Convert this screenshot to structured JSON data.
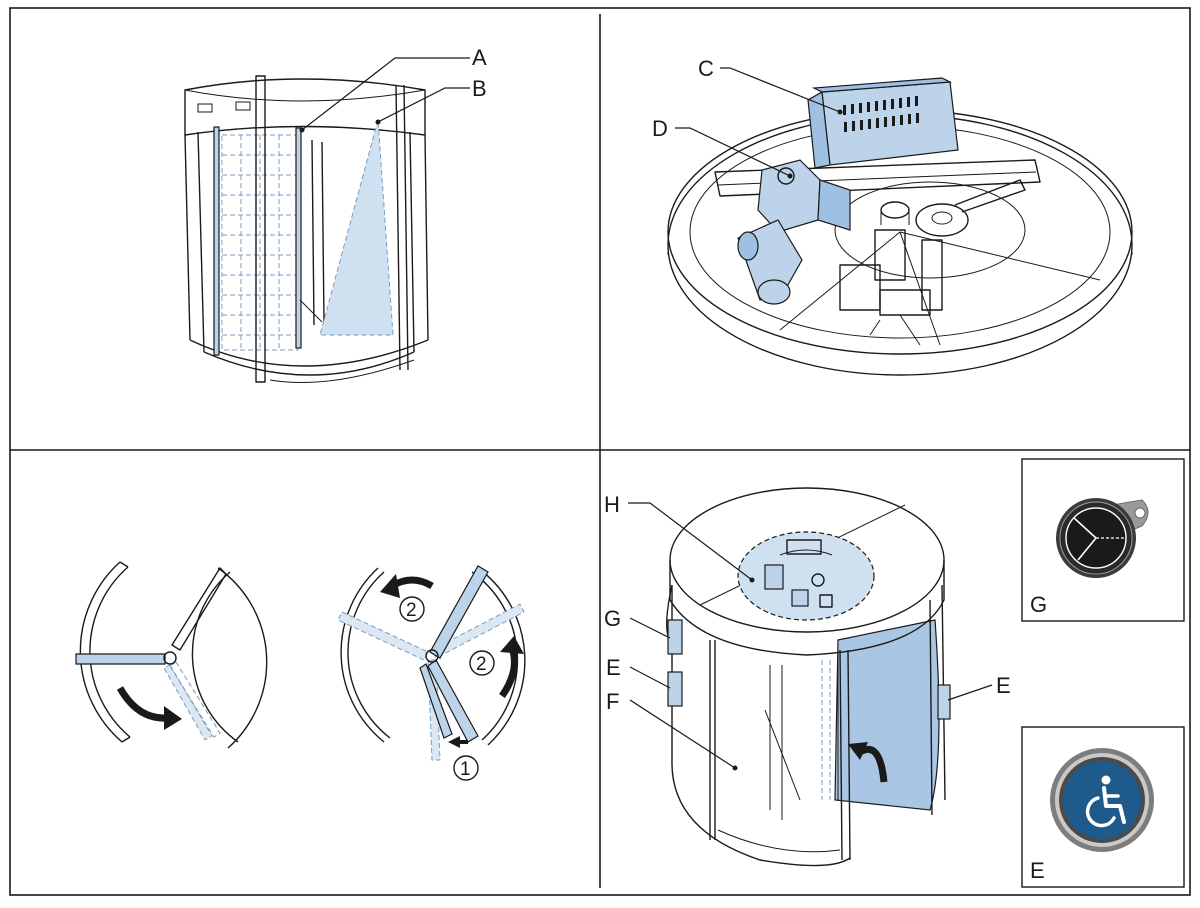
{
  "labels": {
    "a": "A",
    "b": "B",
    "c": "C",
    "d": "D",
    "e_left": "E",
    "e_right": "E",
    "e_inset": "E",
    "f": "F",
    "g_left": "G",
    "g_inset": "G",
    "h": "H"
  },
  "steps": {
    "one": "1",
    "two_top": "2",
    "two_right": "2"
  },
  "colors": {
    "accent_blue": "#bcd3ea",
    "button_blue": "#1f5a8c",
    "line": "#1a1a1a"
  },
  "icons": {
    "accessibility": "wheelchair-icon",
    "key_switch": "key-switch-icon"
  }
}
